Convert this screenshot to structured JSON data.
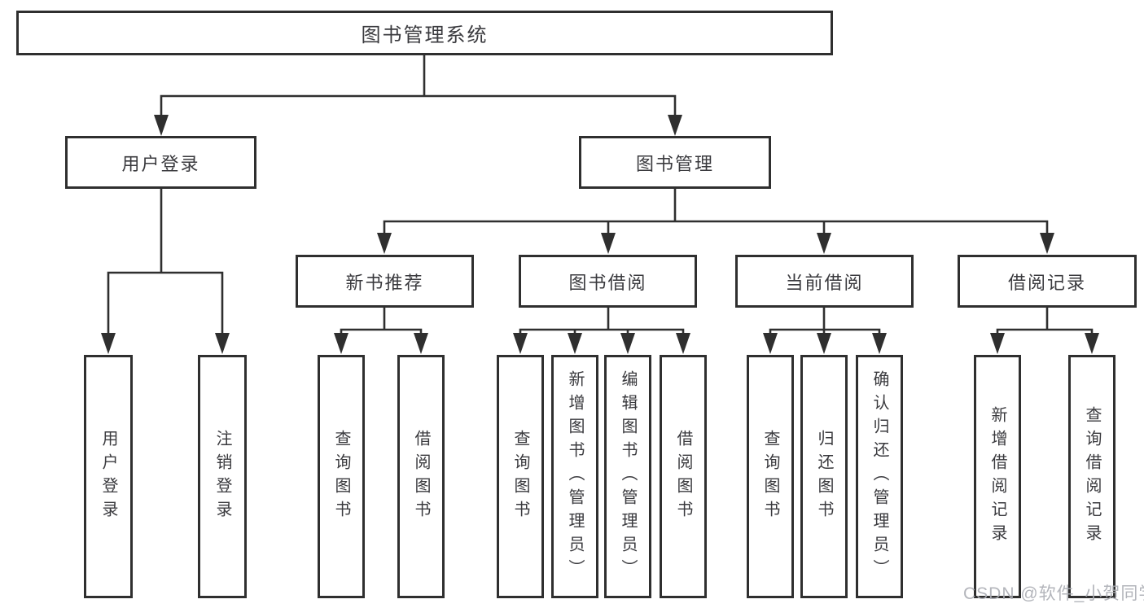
{
  "diagram": {
    "root": {
      "label": "图书管理系统"
    },
    "user_login": {
      "label": "用户登录",
      "children": [
        {
          "label": "用户登录"
        },
        {
          "label": "注销登录"
        }
      ]
    },
    "book_management": {
      "label": "图书管理",
      "groups": [
        {
          "label": "新书推荐",
          "children": [
            {
              "label": "查询图书"
            },
            {
              "label": "借阅图书"
            }
          ]
        },
        {
          "label": "图书借阅",
          "children": [
            {
              "label": "查询图书"
            },
            {
              "label": "新增图书（管理员）"
            },
            {
              "label": "编辑图书（管理员）"
            },
            {
              "label": "借阅图书"
            }
          ]
        },
        {
          "label": "当前借阅",
          "children": [
            {
              "label": "查询图书"
            },
            {
              "label": "归还图书"
            },
            {
              "label": "确认归还（管理员）"
            }
          ]
        },
        {
          "label": "借阅记录",
          "children": [
            {
              "label": "新增借阅记录"
            },
            {
              "label": "查询借阅记录"
            }
          ]
        }
      ]
    },
    "colors": {
      "line": "#2f2f2f",
      "text": "#3a3a3e",
      "watermark": "#abadb4"
    }
  },
  "watermark": {
    "text": "CSDN @软件_小贺同学"
  }
}
